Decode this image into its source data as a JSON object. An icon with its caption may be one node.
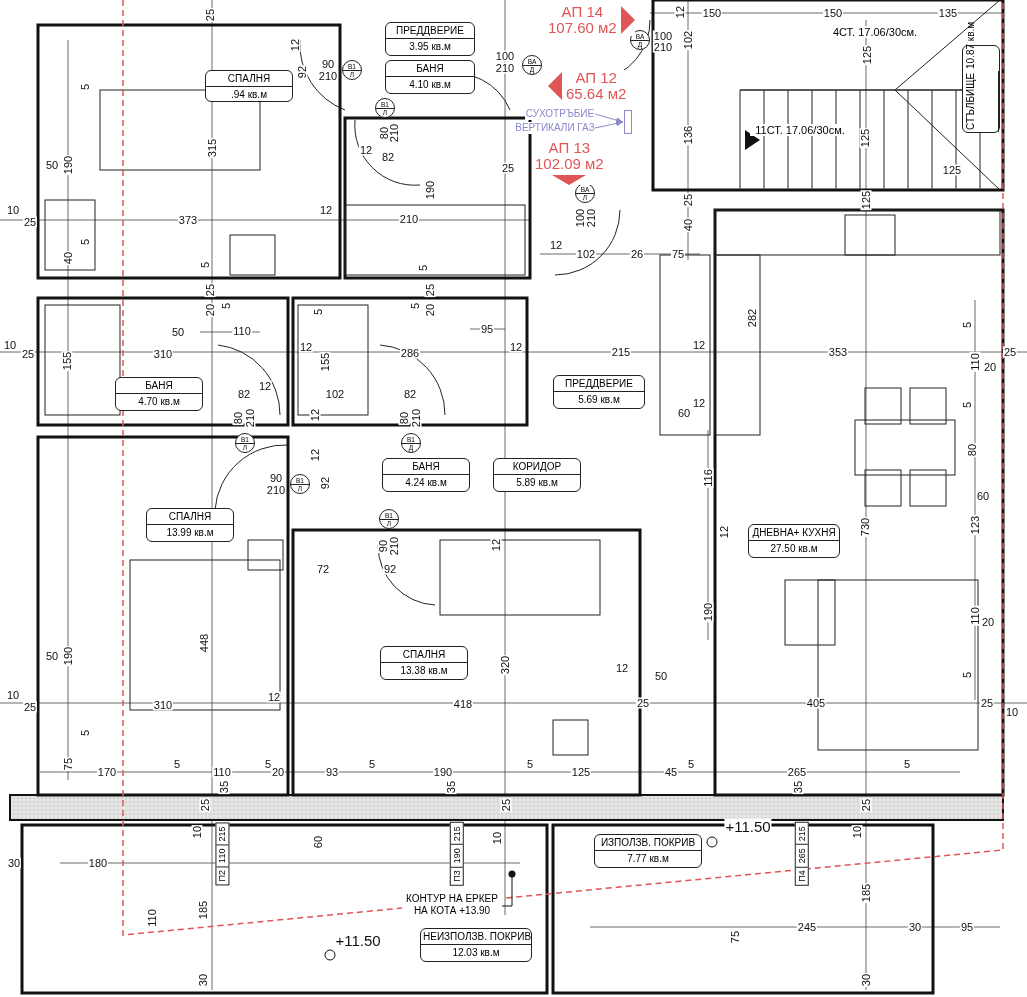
{
  "diagram": {
    "nodes": [
      {
        "text": [
          "СПАЛНЯ",
          ".94 кв.м"
        ]
      },
      {
        "text": [
          "ПРЕДДВЕРИЕ",
          "3.95 кв.м"
        ]
      },
      {
        "text": [
          "БАНЯ",
          "4.10 кв.м"
        ]
      },
      {
        "text": [
          "СТЪЛБИЩЕ",
          "10.87 кв.м"
        ]
      },
      {
        "text": [
          "БАНЯ",
          "4.70 кв.м"
        ]
      },
      {
        "text": [
          "ПРЕДДВЕРИЕ",
          "5.69 кв.м"
        ]
      },
      {
        "text": [
          "БАНЯ",
          "4.24 кв.м"
        ]
      },
      {
        "text": [
          "КОРИДОР",
          "5.89 кв.м"
        ]
      },
      {
        "text": [
          "СПАЛНЯ",
          "13.99 кв.м"
        ]
      },
      {
        "text": [
          "ДНЕВНА+ КУХНЯ",
          "27.50 кв.м"
        ]
      },
      {
        "text": [
          "СПАЛНЯ",
          "13.38 кв.м"
        ]
      },
      {
        "text": [
          "ИЗПОЛЗВ. ПОКРИВ",
          "7.77 кв.м"
        ]
      },
      {
        "text": [
          "НЕИЗПОЛЗВ. ПОКРИВ",
          "12.03 кв.м"
        ]
      },
      {
        "text": [
          "КОНТУР НА ЕРКЕР НА КОТА +13.90"
        ]
      },
      {
        "text": [
          "СУХОТРЪБИЕ"
        ]
      },
      {
        "text": [
          "ВЕРТИКАЛИ ГАЗ"
        ]
      },
      {
        "text": [],
        "shape": "box"
      },
      {
        "text": [
          "В1",
          "Л"
        ]
      },
      {
        "text": [
          "В1",
          "Л"
        ]
      },
      {
        "text": [
          "ВА",
          "Д"
        ]
      },
      {
        "text": [
          "ВА",
          "Д"
        ]
      },
      {
        "text": [
          "ВА",
          "Л"
        ]
      },
      {
        "text": [
          "В1",
          "Л"
        ]
      },
      {
        "text": [
          "В1",
          "Д"
        ]
      },
      {
        "text": [
          "В1",
          "Л"
        ]
      },
      {
        "text": [
          "В1",
          "Л"
        ]
      },
      {
        "text": [
          "П2",
          "110",
          "215"
        ]
      },
      {
        "text": [
          "П3",
          "190",
          "215"
        ]
      },
      {
        "text": [
          "П4",
          "265",
          "215"
        ]
      },
      {
        "text": [
          "АП 14",
          "107.60 м2"
        ]
      },
      {
        "text": [
          "АП 12",
          "65.64 м2"
        ]
      },
      {
        "text": [
          "АП 13",
          "102.09 м2"
        ]
      },
      {
        "text": [
          "4СТ. 17.06/30см."
        ]
      },
      {
        "text": [
          "11СТ. 17.06/30см."
        ]
      }
    ],
    "edges": [
      {
        "from": 13,
        "to": null,
        "arrow": "other",
        "color": "#111111"
      },
      {
        "from": 14,
        "to": 16,
        "arrow": "to"
      },
      {
        "from": 15,
        "to": 16,
        "arrow": "to"
      }
    ],
    "labels": [
      "25",
      "12",
      "92",
      "90",
      "210",
      "100",
      "210",
      "5",
      "315",
      "50",
      "190",
      "10",
      "25",
      "373",
      "12",
      "5",
      "40",
      "5",
      "25",
      "80",
      "210",
      "12",
      "82",
      "190",
      "25",
      "210",
      "5",
      "25",
      "100",
      "210",
      "12",
      "150",
      "150",
      "135",
      "102",
      "125",
      "136",
      "125",
      "125",
      "25",
      "125",
      "100",
      "210",
      "40",
      "12",
      "102",
      "26",
      "75",
      "20",
      "5",
      "50",
      "110",
      "10",
      "25",
      "310",
      "155",
      "12",
      "5",
      "5",
      "20",
      "95",
      "12",
      "286",
      "155",
      "82",
      "12",
      "102",
      "82",
      "80",
      "210",
      "12",
      "80",
      "210",
      "12",
      "92",
      "90",
      "210",
      "90",
      "210",
      "72",
      "92",
      "12",
      "215",
      "12",
      "282",
      "353",
      "5",
      "25",
      "110",
      "20",
      "12",
      "60",
      "116",
      "5",
      "80",
      "60",
      "123",
      "12",
      "730",
      "20",
      "190",
      "110",
      "12",
      "50",
      "5",
      "448",
      "320",
      "50",
      "190",
      "10",
      "25",
      "310",
      "12",
      "418",
      "25",
      "405",
      "25",
      "10",
      "5",
      "75",
      "170",
      "5",
      "110",
      "5",
      "20",
      "93",
      "5",
      "190",
      "5",
      "125",
      "45",
      "5",
      "265",
      "5",
      "35",
      "35",
      "35",
      "25",
      "25",
      "25",
      "10",
      "10",
      "10",
      "60",
      "30",
      "180",
      "+11.50",
      "110",
      "185",
      "185",
      "+11.50",
      "75",
      "245",
      "30",
      "95",
      "30",
      "30"
    ]
  }
}
